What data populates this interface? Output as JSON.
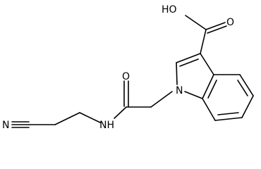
{
  "molecule": {
    "atom_labels": {
      "oh": "HO",
      "o_acid": "O",
      "o_amide": "O",
      "nh": "NH",
      "n_indole": "N",
      "n_nitrile": "N"
    }
  }
}
